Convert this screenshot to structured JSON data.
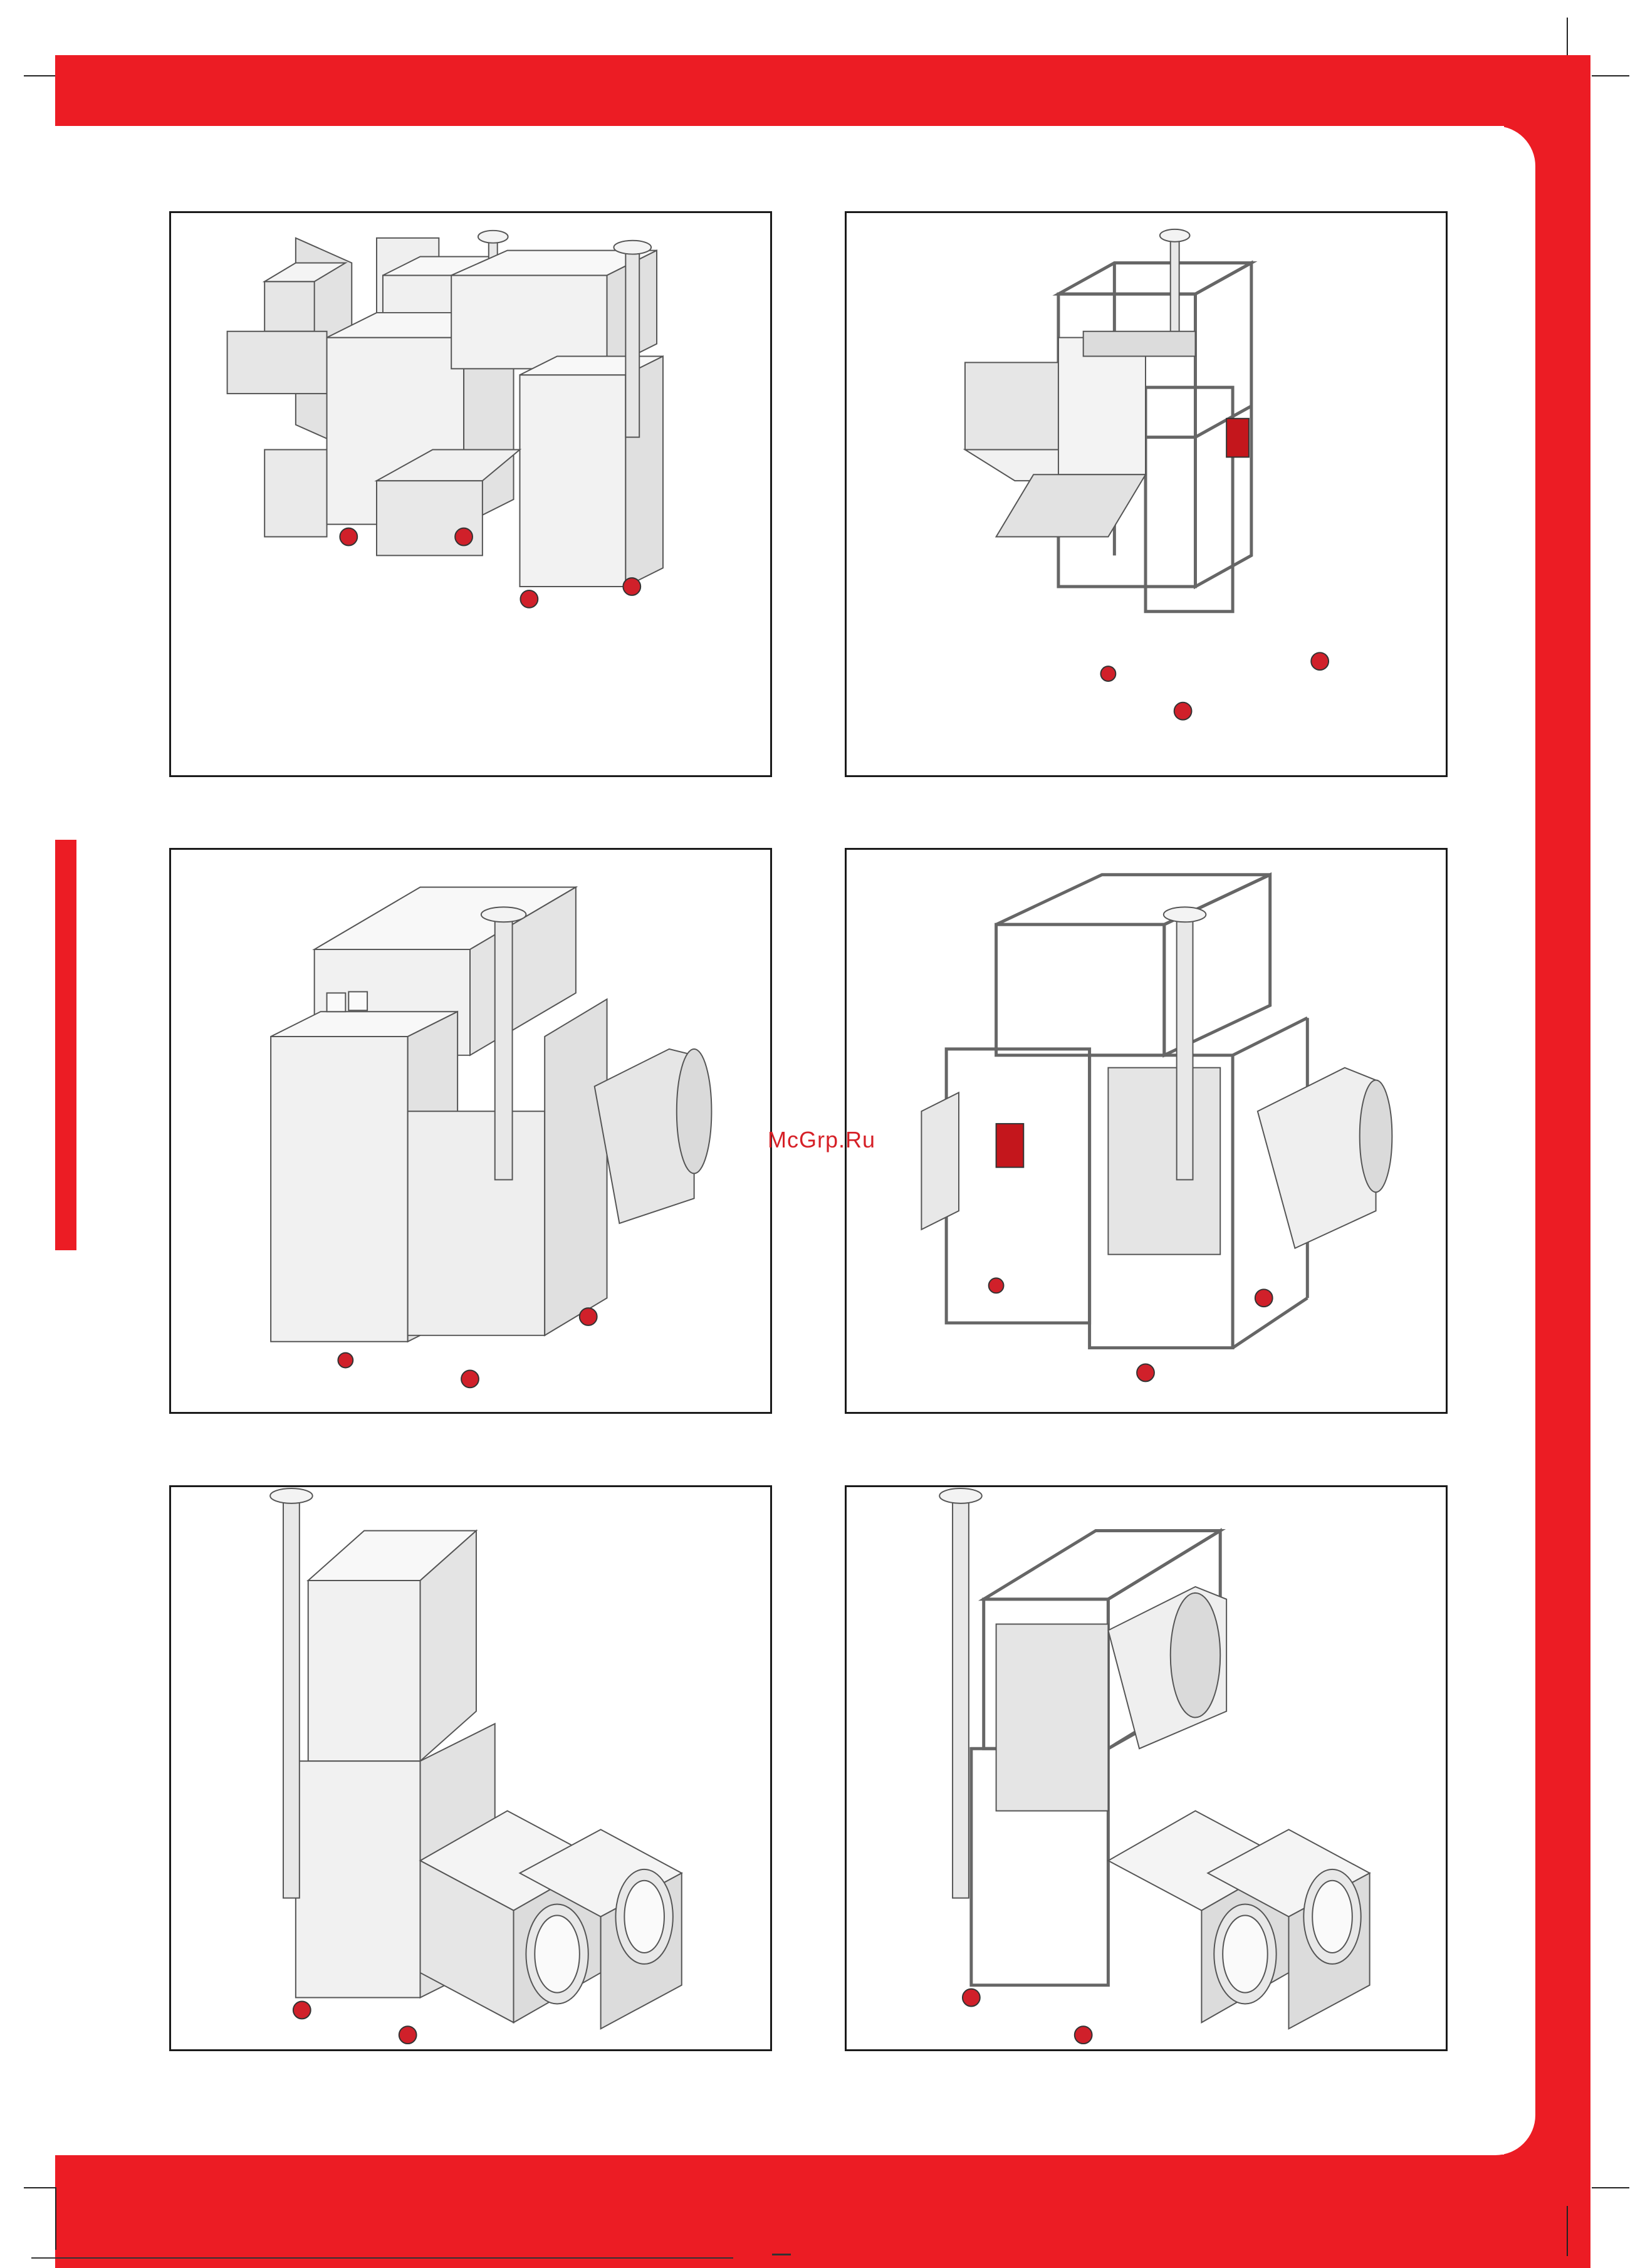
{
  "watermark": {
    "text": "McGrp.Ru"
  },
  "colors": {
    "brand_red": "#ec1c24",
    "wheel_red": "#d0202a",
    "line": "#555555",
    "panel": "#ededed"
  },
  "figures": [
    {
      "id": "enclosed-rear-left"
    },
    {
      "id": "frame-rear-left"
    },
    {
      "id": "enclosed-front-right"
    },
    {
      "id": "frame-front-right"
    },
    {
      "id": "enclosed-ducts-front"
    },
    {
      "id": "frame-ducts-front"
    }
  ]
}
